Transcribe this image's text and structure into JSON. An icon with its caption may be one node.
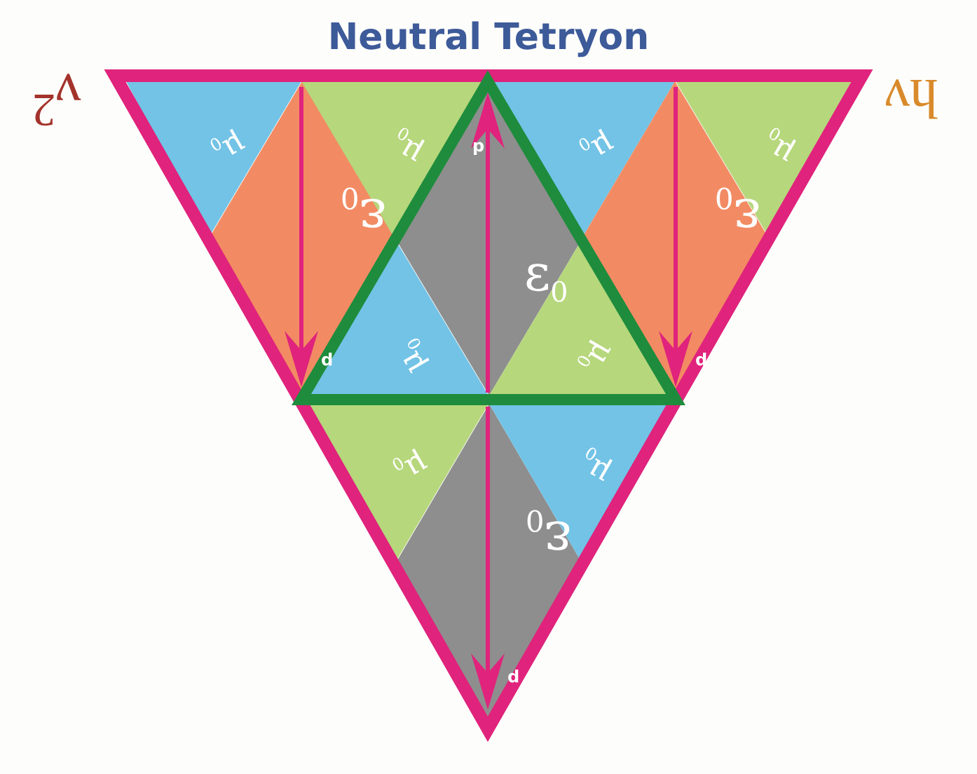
{
  "diagram": {
    "title": "Neutral Tetryon",
    "nodes": [
      {
        "text": [
          "μ$_{0}$"
        ]
      },
      {
        "text": [
          "ε$_{0}$",
          "p"
        ]
      },
      {
        "text": [
          "μ$_{0}$"
        ]
      },
      {
        "text": [
          "μ$_{0}$"
        ]
      },
      {
        "text": [
          "ε$_{0}$",
          "p"
        ]
      },
      {
        "text": [
          "μ$_{0}$"
        ]
      },
      {
        "text": [
          "ε$_{0}$",
          "p"
        ]
      },
      {
        "text": [
          "μ$_{0}$"
        ]
      },
      {
        "text": [
          "μ$_{0}$"
        ]
      },
      {
        "text": [
          "μ$_{0}$"
        ]
      },
      {
        "text": [
          "ε$_{0}$",
          "p"
        ]
      },
      {
        "text": [
          "μ$_{0}$"
        ]
      }
    ],
    "labels": [
      "ν$^{2}$",
      "hν"
    ]
  }
}
